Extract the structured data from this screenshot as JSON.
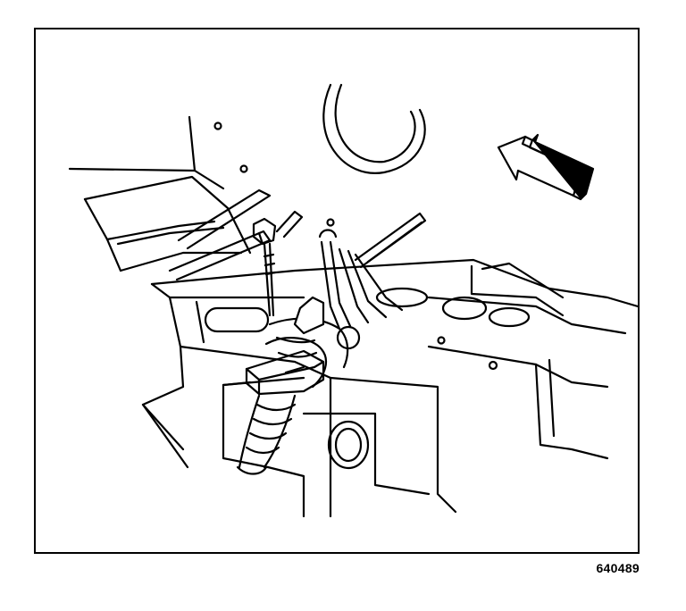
{
  "figure": {
    "id_label": "640489",
    "line_color": "#000000",
    "background": "#ffffff"
  },
  "parts": {
    "bolt": "bolt-icon",
    "harness": "wiring-harness",
    "clip": "harness-retainer-clip",
    "direction": "direction-arrow-icon"
  }
}
